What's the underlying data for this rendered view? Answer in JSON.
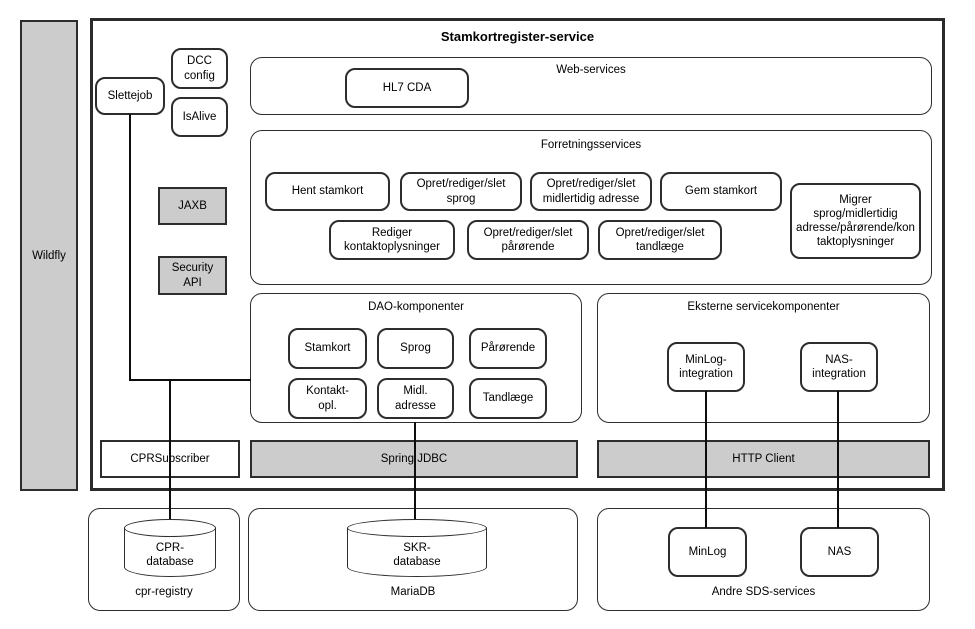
{
  "colors": {
    "gray": "#cccccc",
    "border": "#2d2d2d",
    "line": "#0d0d0d"
  },
  "wildfly": {
    "label": "Wildfly"
  },
  "main": {
    "title": "Stamkortregister-service",
    "slettejob": "Slettejob",
    "dcc_config": "DCC\nconfig",
    "isalive": "IsAlive",
    "jaxb": "JAXB",
    "security_api": "Security\nAPI",
    "webservices": {
      "title": "Web-services",
      "hl7_cda": "HL7 CDA"
    },
    "forretning": {
      "title": "Forretningsservices",
      "hent_stamkort": "Hent stamkort",
      "opret_sprog": "Opret/rediger/slet\nsprog",
      "opret_midlertidig": "Opret/rediger/slet\nmidlertidig adresse",
      "gem_stamkort": "Gem stamkort",
      "migrer": "Migrer\nsprog/midlertidig\nadresse/pårørende/kon\ntaktoplysninger",
      "rediger_kontakt": "Rediger\nkontaktoplysninger",
      "opret_parorende": "Opret/rediger/slet\npårørende",
      "opret_tandlaege": "Opret/rediger/slet\ntandlæge"
    },
    "dao": {
      "title": "DAO-komponenter",
      "stamkort": "Stamkort",
      "sprog": "Sprog",
      "parorende": "Pårørende",
      "kontakt_opl": "Kontakt-\nopl.",
      "midl_adresse": "Midl.\nadresse",
      "tandlaege": "Tandlæge"
    },
    "eksterne": {
      "title": "Eksterne servicekomponenter",
      "minlog_integration": "MinLog-\nintegration",
      "nas_integration": "NAS-\nintegration"
    },
    "bars": {
      "cprsubscriber": "CPRSubscriber",
      "spring_jdbc": "Spring JDBC",
      "http_client": "HTTP Client"
    }
  },
  "bottom": {
    "cpr_registry": {
      "label": "cpr-registry",
      "database": "CPR-\ndatabase"
    },
    "mariadb": {
      "label": "MariaDB",
      "database": "SKR-\ndatabase"
    },
    "sds": {
      "label": "Andre SDS-services",
      "minlog": "MinLog",
      "nas": "NAS"
    }
  }
}
